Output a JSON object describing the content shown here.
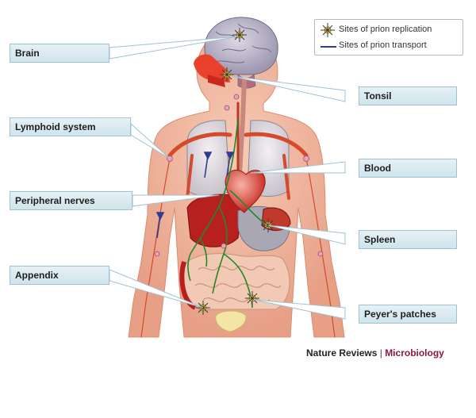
{
  "labels": {
    "brain": "Brain",
    "tonsil": "Tonsil",
    "lymphoid": "Lymphoid system",
    "blood": "Blood",
    "peripheral": "Peripheral nerves",
    "spleen": "Spleen",
    "appendix": "Appendix",
    "peyers": "Peyer's patches"
  },
  "legend": {
    "replication": "Sites of prion replication",
    "transport": "Sites of prion transport"
  },
  "credit": {
    "journal": "Nature Reviews",
    "separator": "|",
    "subject": "Microbiology"
  },
  "colors": {
    "skin": "#f1b39b",
    "label_bg": "#d6e9f0",
    "nerve": "#1f8a2a",
    "artery": "#d44b2c",
    "heart": "#e0413a",
    "brain": "#b9b3c8",
    "credit_accent": "#8b1a3a"
  }
}
